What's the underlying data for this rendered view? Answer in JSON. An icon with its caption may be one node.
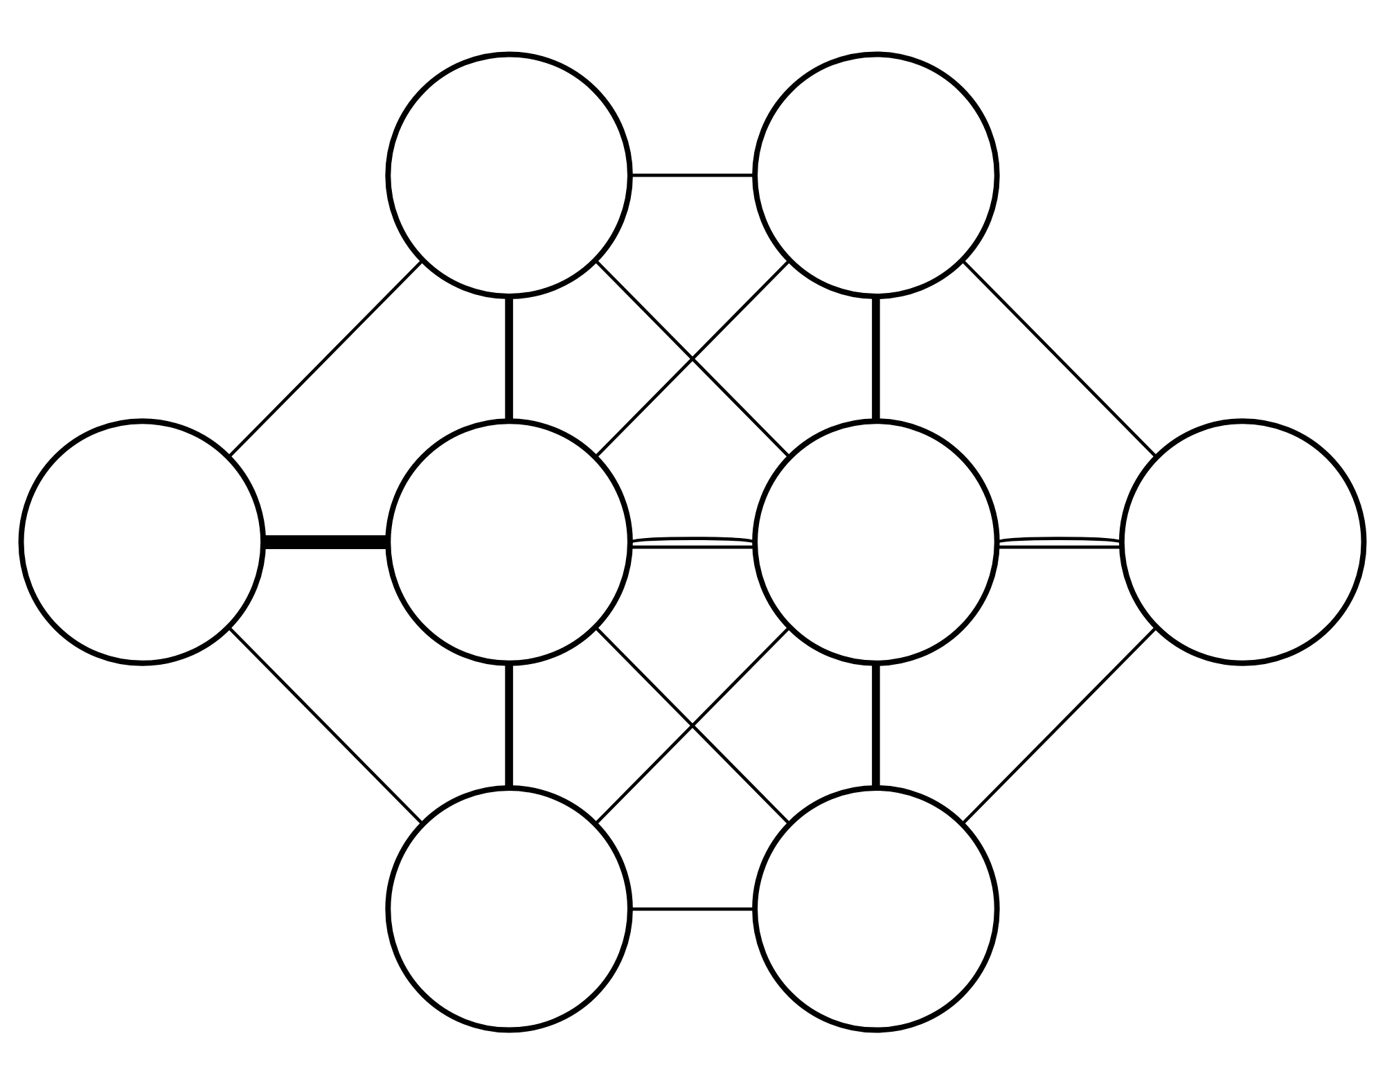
{
  "diagram": {
    "nodes": [
      {
        "text": [],
        "shape": "circle"
      },
      {
        "text": [],
        "shape": "circle"
      },
      {
        "text": [],
        "shape": "circle"
      },
      {
        "text": [],
        "shape": "circle"
      },
      {
        "text": [],
        "shape": "circle"
      },
      {
        "text": [],
        "shape": "circle"
      },
      {
        "text": [],
        "shape": "circle"
      },
      {
        "text": [],
        "shape": "circle"
      }
    ],
    "edges": [
      {
        "from": 0,
        "to": 1,
        "arrow": "none"
      },
      {
        "from": 0,
        "to": 2,
        "arrow": "none"
      },
      {
        "from": 0,
        "to": 3,
        "arrow": "none",
        "style": "thick"
      },
      {
        "from": 0,
        "to": 4,
        "arrow": "none"
      },
      {
        "from": 1,
        "to": 3,
        "arrow": "none"
      },
      {
        "from": 1,
        "to": 4,
        "arrow": "none",
        "style": "thick"
      },
      {
        "from": 1,
        "to": 5,
        "arrow": "none"
      },
      {
        "from": 2,
        "to": 3,
        "arrow": "none",
        "style": "thick"
      },
      {
        "from": 2,
        "to": 6,
        "arrow": "none"
      },
      {
        "from": 3,
        "to": 4,
        "arrow": "none"
      },
      {
        "from": 3,
        "to": 4,
        "arrow": "none"
      },
      {
        "from": 4,
        "to": 5,
        "arrow": "none"
      },
      {
        "from": 4,
        "to": 5,
        "arrow": "none"
      },
      {
        "from": 3,
        "to": 6,
        "arrow": "none",
        "style": "thick"
      },
      {
        "from": 3,
        "to": 7,
        "arrow": "none"
      },
      {
        "from": 4,
        "to": 6,
        "arrow": "none"
      },
      {
        "from": 4,
        "to": 7,
        "arrow": "none",
        "style": "thick"
      },
      {
        "from": 5,
        "to": 7,
        "arrow": "none"
      },
      {
        "from": 6,
        "to": 7,
        "arrow": "none"
      }
    ]
  }
}
